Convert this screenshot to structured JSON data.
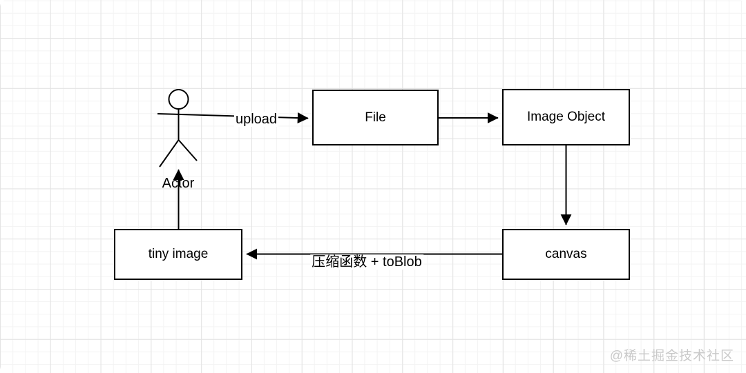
{
  "diagram": {
    "title_hint": "image compression flow",
    "actor": {
      "label": "Actor"
    },
    "nodes": [
      {
        "id": "file",
        "label": "File"
      },
      {
        "id": "image-object",
        "label": "Image Object"
      },
      {
        "id": "canvas",
        "label": "canvas"
      },
      {
        "id": "tiny-image",
        "label": "tiny image"
      }
    ],
    "edges": [
      {
        "from": "actor",
        "to": "file",
        "label": "upload"
      },
      {
        "from": "file",
        "to": "image-object",
        "label": ""
      },
      {
        "from": "image-object",
        "to": "canvas",
        "label": ""
      },
      {
        "from": "canvas",
        "to": "tiny-image",
        "label": "压缩函数 + toBlob"
      },
      {
        "from": "tiny-image",
        "to": "actor",
        "label": ""
      }
    ],
    "colors": {
      "stroke": "#000000",
      "node_fill": "#ffffff",
      "grid_minor": "#f3f3f3",
      "grid_major": "#e3e3e3",
      "watermark": "#c9c9c9"
    }
  },
  "watermark": {
    "text": "@稀土掘金技术社区"
  }
}
